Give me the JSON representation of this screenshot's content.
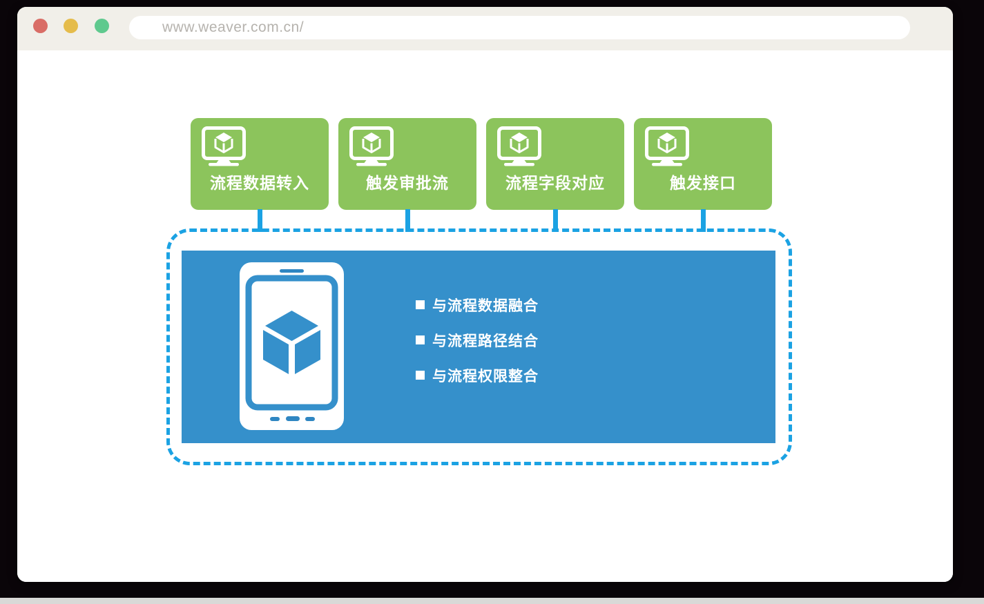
{
  "browser": {
    "url": "www.weaver.com.cn/",
    "controls": [
      {
        "name": "close",
        "color": "#d96d66"
      },
      {
        "name": "minimize",
        "color": "#e5bc4b"
      },
      {
        "name": "zoom",
        "color": "#5fc98e"
      }
    ]
  },
  "diagram": {
    "feature_boxes": [
      {
        "label": "流程数据转入"
      },
      {
        "label": "触发审批流"
      },
      {
        "label": "流程字段对应"
      },
      {
        "label": "触发接口"
      }
    ],
    "mobile_panel": {
      "bullets": [
        "与流程数据融合",
        "与流程路径结合",
        "与流程权限整合"
      ]
    },
    "colors": {
      "box_green": "#8cc45c",
      "panel_blue": "#3590cb",
      "accent_blue": "#1ba2e3"
    }
  }
}
